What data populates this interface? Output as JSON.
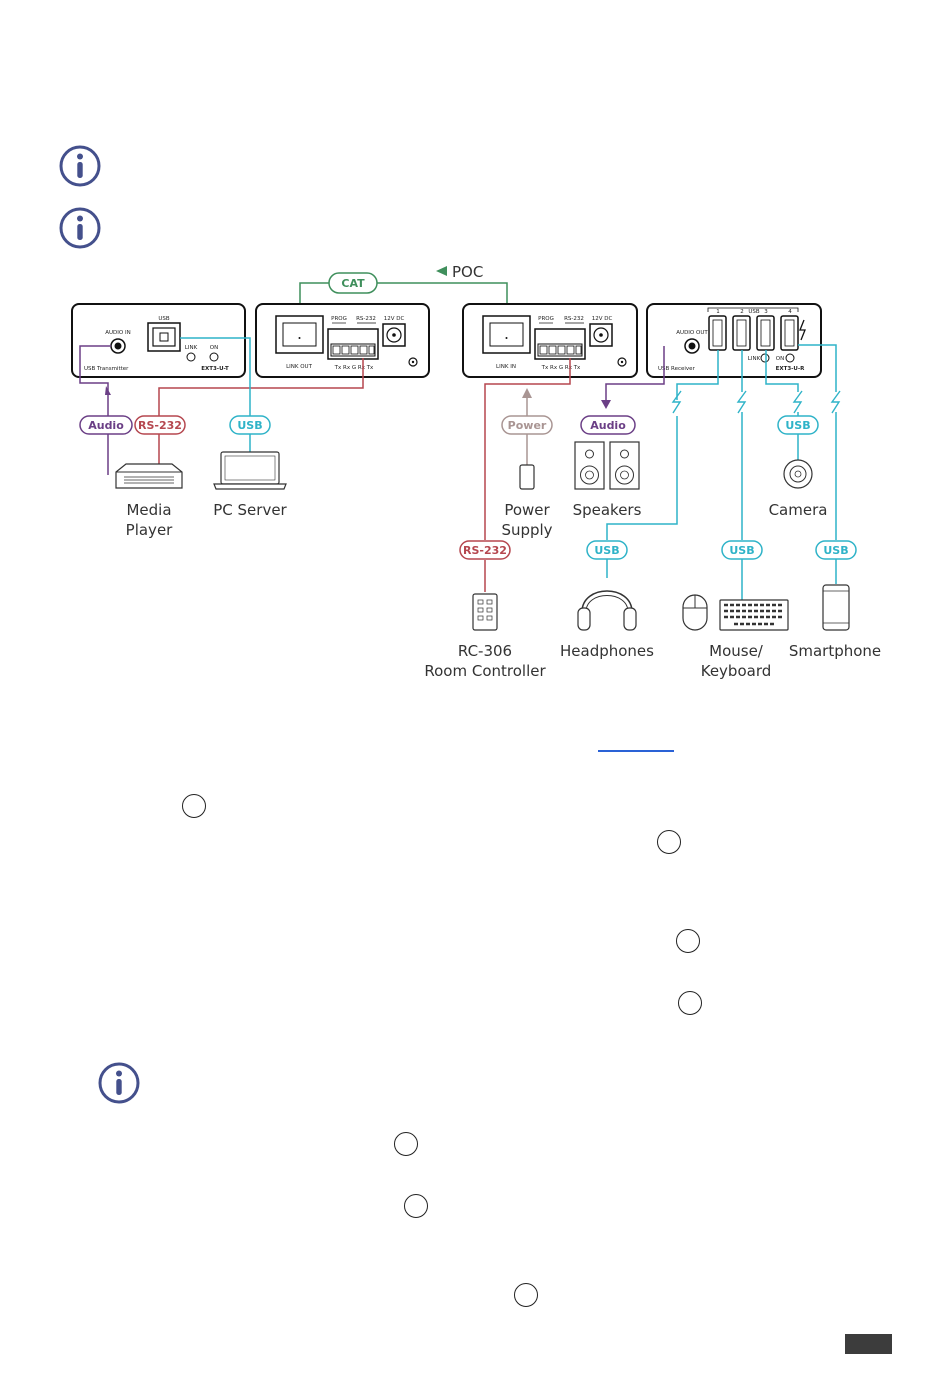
{
  "diagram": {
    "cat_label": "CAT",
    "poc_label": "POC",
    "transmitter": {
      "usb": "USB",
      "audio_in": "AUDIO IN",
      "link": "LINK",
      "on": "ON",
      "name": "USB Transmitter",
      "model": "EXT3-U-T",
      "link_out": "LINK OUT",
      "prog": "PROG",
      "rs232": "RS-232",
      "dc": "12V DC",
      "pins": "Tx Rx G Rx Tx"
    },
    "receiver": {
      "link_in": "LINK IN",
      "prog": "PROG",
      "rs232": "RS-232",
      "dc": "12V DC",
      "pins": "Tx Rx G Rx Tx",
      "audio_out": "AUDIO OUT",
      "name": "USB Receiver",
      "usb": "USB",
      "ports": [
        "1",
        "2",
        "3",
        "4"
      ],
      "link": "LINK",
      "on": "ON",
      "model": "EXT3-U-R"
    },
    "pills": {
      "audio_tx": "Audio",
      "rs232_tx": "RS-232",
      "usb_tx": "USB",
      "power": "Power",
      "audio_rx": "Audio",
      "usb_camera": "USB",
      "rs232_rx": "RS-232",
      "usb_headphones": "USB",
      "usb_mouse": "USB",
      "usb_phone": "USB"
    },
    "devices": {
      "media_player": [
        "Media",
        "Player"
      ],
      "pc_server": "PC Server",
      "power_supply": [
        "Power",
        "Supply"
      ],
      "speakers": "Speakers",
      "camera": "Camera",
      "rc306": [
        "RC-306",
        "Room Controller"
      ],
      "headphones": "Headphones",
      "mouse_keyboard": [
        "Mouse/",
        "Keyboard"
      ],
      "smartphone": "Smartphone"
    }
  },
  "colors": {
    "audio": "#6b3f86",
    "rs232": "#b5474f",
    "usb": "#2fb3c8",
    "cat": "#3f8f5c",
    "power": "#a99593",
    "info_icon": "#44508c",
    "link": "#2a62d6"
  },
  "icons": {
    "info": "info-circle-icon",
    "usb_wireless": "lightning-bolt-icon",
    "step_marker": "empty-circle-icon"
  }
}
